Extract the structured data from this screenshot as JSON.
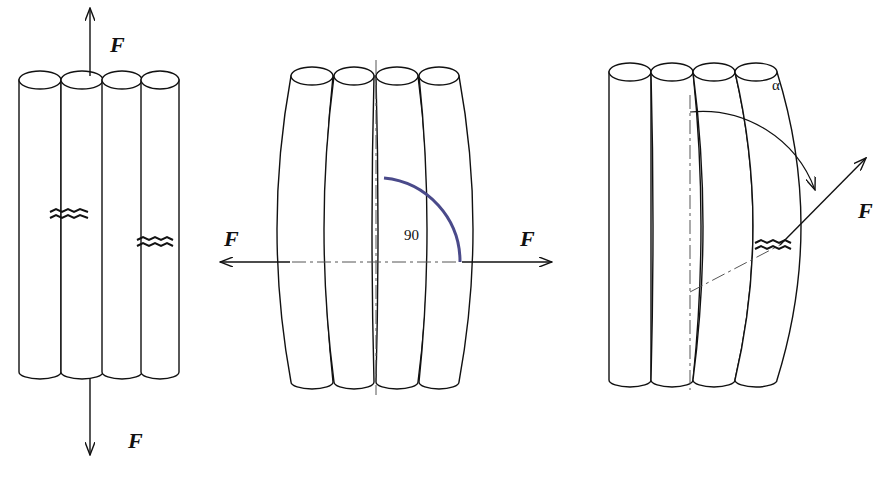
{
  "diagram": {
    "labels": [
      "F",
      "F",
      "F",
      "F",
      "90",
      "α",
      "F"
    ]
  }
}
